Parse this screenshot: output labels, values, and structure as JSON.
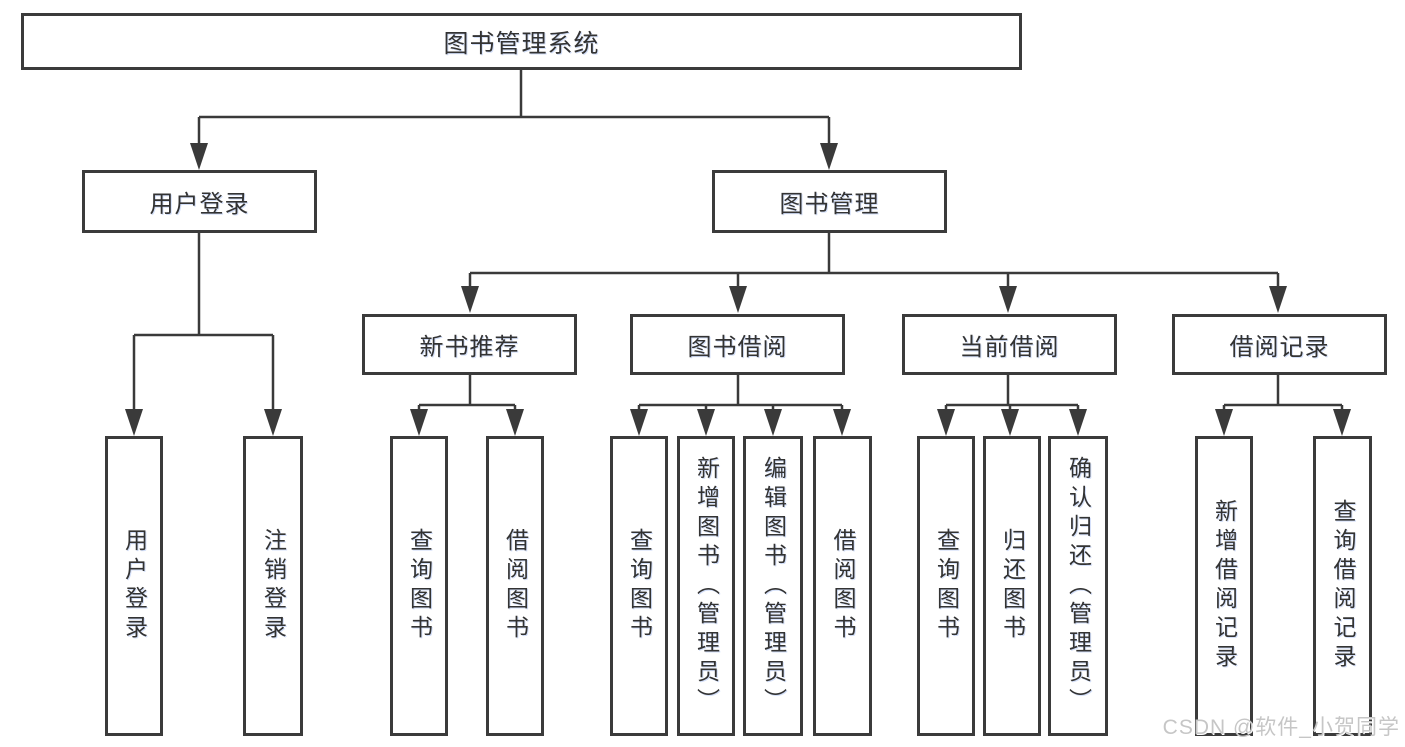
{
  "tree": {
    "label": "图书管理系统",
    "children": [
      {
        "label": "用户登录",
        "children": [
          {
            "label": "用户登录"
          },
          {
            "label": "注销登录"
          }
        ]
      },
      {
        "label": "图书管理",
        "children": [
          {
            "label": "新书推荐",
            "children": [
              {
                "label": "查询图书"
              },
              {
                "label": "借阅图书"
              }
            ]
          },
          {
            "label": "图书借阅",
            "children": [
              {
                "label": "查询图书"
              },
              {
                "label": "新增图书（管理员）"
              },
              {
                "label": "编辑图书（管理员）"
              },
              {
                "label": "借阅图书"
              }
            ]
          },
          {
            "label": "当前借阅",
            "children": [
              {
                "label": "查询图书"
              },
              {
                "label": "归还图书"
              },
              {
                "label": "确认归还（管理员）"
              }
            ]
          },
          {
            "label": "借阅记录",
            "children": [
              {
                "label": "新增借阅记录"
              },
              {
                "label": "查询借阅记录"
              }
            ]
          }
        ]
      }
    ]
  },
  "watermark": {
    "text": "CSDN @软件_小贺同学"
  },
  "colors": {
    "line": "#3a3a3a",
    "box_border": "#3b3b3b",
    "text": "#333333",
    "watermark": "#c6c6c6",
    "background": "#ffffff"
  }
}
